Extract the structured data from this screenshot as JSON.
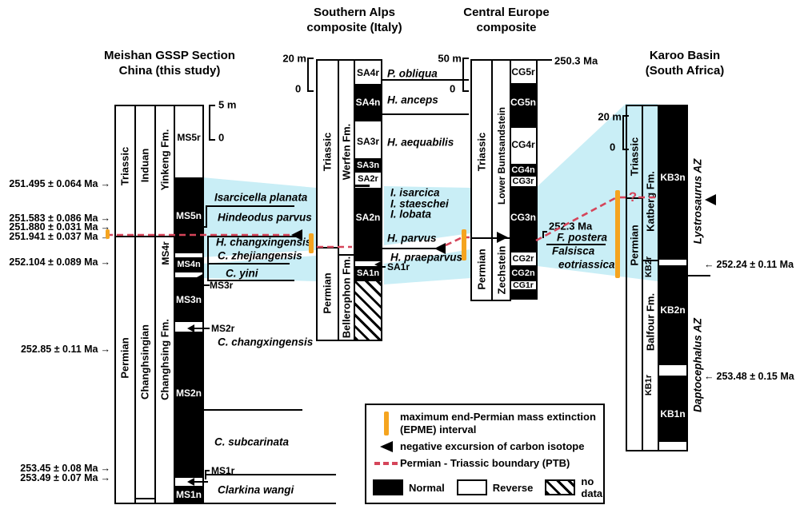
{
  "glyphs": {
    "arrow_right": "→",
    "arrow_left": "←"
  },
  "colors": {
    "band": "#c9eef6",
    "ptb": "#d5455a",
    "epme": "#f5a41f"
  },
  "meishan": {
    "title1": "Meishan GSSP Section",
    "title2": "China (this study)",
    "scale_max": "5 m",
    "scale_min": "0",
    "period_top": "Triassic",
    "period_bottom": "Permian",
    "stage_top": "Induan",
    "stage_bottom": "Changhsingian",
    "fm_top": "Yinkeng Fm.",
    "fm_bottom": "Changhsing Fm.",
    "chrons": {
      "ms5r": "MS5r",
      "ms5n": "MS5n",
      "ms4r": "MS4r",
      "ms4n": "MS4n",
      "ms3r": "MS3r",
      "ms3n": "MS3n",
      "ms2r": "MS2r",
      "ms2n": "MS2n",
      "ms1r": "MS1r",
      "ms1n": "MS1n"
    },
    "ages": [
      "251.495 ± 0.064 Ma",
      "251.583 ± 0.086 Ma",
      "251.880 ± 0.031 Ma",
      "251.941 ± 0.037 Ma",
      "252.104 ± 0.089 Ma",
      "252.85 ± 0.11 Ma",
      "253.45 ± 0.08 Ma",
      "253.49 ± 0.07 Ma"
    ],
    "species": {
      "planata": "Isarcicella planata",
      "parvus": "Hindeodus parvus",
      "changx": "H. changxingensis",
      "zhejiang": "C. zhejiangensis",
      "yini": "C. yini",
      "cchangx": "C. changxingensis",
      "subcarinata": "C. subcarinata",
      "wangi": "Clarkina wangi"
    }
  },
  "southern_alps": {
    "title1": "Southern Alps",
    "title2": "composite (Italy)",
    "scale_max": "20 m",
    "scale_min": "0",
    "period_top": "Triassic",
    "period_bottom": "Permian",
    "fm_top": "Werfen Fm.",
    "fm_bottom": "Bellerophon Fm.",
    "chrons": {
      "sa4r": "SA4r",
      "sa4n": "SA4n",
      "sa3r": "SA3r",
      "sa3n": "SA3n",
      "sa2r": "SA2r",
      "sa2n": "SA2n",
      "sa1n": "SA1n",
      "sa1r": "SA1r"
    },
    "species": {
      "obliqua": "P. obliqua",
      "anceps": "H. anceps",
      "aequabilis": "H. aequabilis",
      "isarcica": "I. isarcica",
      "staeschei": "I. staeschei",
      "lobata": "I. lobata",
      "parvus": "H. parvus",
      "praeparvus": "H. praeparvus"
    }
  },
  "central_europe": {
    "title1": "Central Europe",
    "title2": "composite",
    "scale_max": "50 m",
    "scale_min": "0",
    "age_top": "250.3 Ma",
    "age_mid": "252.3 Ma",
    "period_top": "Triassic",
    "period_bottom": "Permian",
    "fm_top": "Lower Buntsandstein",
    "fm_bottom": "Zechstein",
    "chrons": {
      "cg5r": "CG5r",
      "cg5n": "CG5n",
      "cg4r": "CG4r",
      "cg4n": "CG4n",
      "cg3r": "CG3r",
      "cg3n": "CG3n",
      "cg2r": "CG2r",
      "cg2n": "CG2n",
      "cg1r": "CG1r"
    },
    "species": {
      "postera": "F. postera",
      "falsisca": "Falsisca",
      "eotriassica": "eotriassica"
    }
  },
  "karoo": {
    "title1": "Karoo Basin",
    "title2": "(South Africa)",
    "scale_max": "20 m",
    "scale_min": "0",
    "period_top": "Triassic",
    "period_bottom": "Permian",
    "fm_top": "Katberg Fm.",
    "fm_bottom": "Balfour Fm.",
    "chrons": {
      "kb3n": "KB3n",
      "kb2r": "KB2r",
      "kb2n": "KB2n",
      "kb1r": "KB1r",
      "kb1n": "KB1n"
    },
    "zones": {
      "lystrosaurus": "Lystrosaurus AZ",
      "daptocephalus": "Daptocephalus AZ"
    },
    "ages": [
      "252.24 ± 0.11 Ma",
      "253.48 ± 0.15 Ma"
    ],
    "uncertainty": "?"
  },
  "legend": {
    "epme1": "maximum end-Permian mass extinction",
    "epme2": "(EPME) interval",
    "excursion": "negative excursion of carbon isotope",
    "ptb": "Permian - Triassic boundary (PTB)",
    "normal": "Normal",
    "reverse": "Reverse",
    "nodata": "no data"
  }
}
